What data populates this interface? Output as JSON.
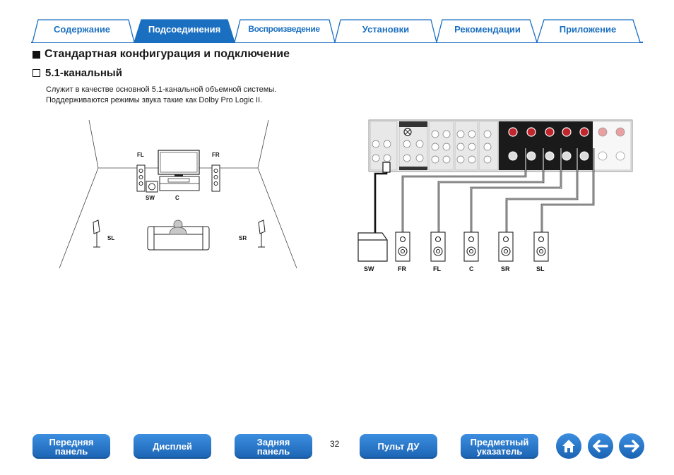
{
  "tabs": [
    {
      "label": "Содержание"
    },
    {
      "label": "Подсоединения"
    },
    {
      "label": "Воспроизведение"
    },
    {
      "label": "Установки"
    },
    {
      "label": "Рекомендации"
    },
    {
      "label": "Приложение"
    }
  ],
  "heading": "Стандартная конфигурация и подключение",
  "subheading": "5.1-канальный",
  "body": {
    "line1": "Служит в качестве основной 5.1-канальной объемной системы.",
    "line2": "Поддерживаются режимы звука такие как Dolby Pro Logic II."
  },
  "room_labels": {
    "fl": "FL",
    "fr": "FR",
    "sw": "SW",
    "c": "C",
    "sl": "SL",
    "sr": "SR"
  },
  "connection_labels": [
    "SW",
    "FR",
    "FL",
    "C",
    "SR",
    "SL"
  ],
  "footer": {
    "front_panel": "Передняя\nпанель",
    "display": "Дисплей",
    "rear_panel": "Задняя\nпанель",
    "page_number": "32",
    "remote": "Пульт ДУ",
    "index": "Предметный\nуказатель"
  },
  "colors": {
    "accent": "#1b6fc0",
    "line": "#1b6fc0"
  },
  "icons": [
    "home-icon",
    "back-arrow-icon",
    "forward-arrow-icon"
  ]
}
